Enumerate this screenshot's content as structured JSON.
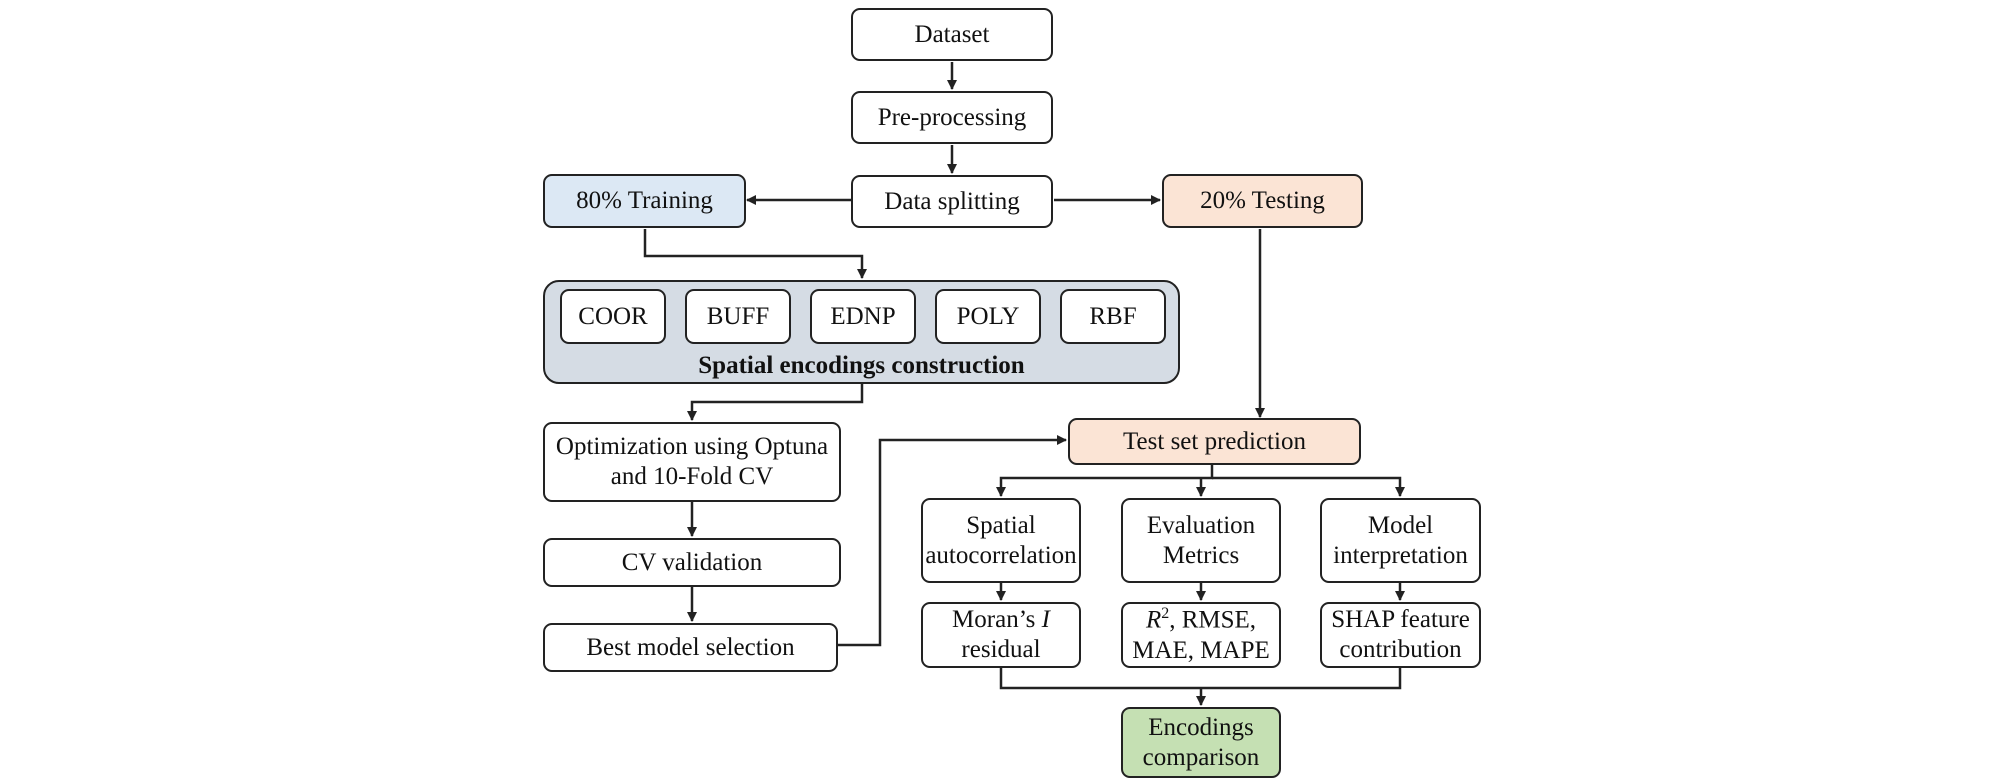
{
  "colors": {
    "training_fill": "#dce8f4",
    "testing_fill": "#fbe4d5",
    "encodings_group_fill": "#d5dce4",
    "comparison_fill": "#c5e0b3",
    "stroke": "#222222"
  },
  "nodes": {
    "dataset": "Dataset",
    "preprocessing": "Pre-processing",
    "data_splitting": "Data splitting",
    "training": "80% Training",
    "testing": "20% Testing",
    "encodings": [
      "COOR",
      "BUFF",
      "EDNP",
      "POLY",
      "RBF"
    ],
    "encodings_group_label": "Spatial encodings construction",
    "optimization": [
      "Optimization using Optuna",
      "and 10-Fold CV"
    ],
    "cv_validation": "CV validation",
    "best_model": "Best model selection",
    "test_prediction": "Test set prediction",
    "spatial_autocorrelation": [
      "Spatial",
      "autocorrelation"
    ],
    "evaluation_metrics": [
      "Evaluation",
      "Metrics"
    ],
    "model_interpretation": [
      "Model",
      "interpretation"
    ],
    "morans": {
      "prefix": "Moran’s ",
      "italic": "I",
      "line2": "residual"
    },
    "metrics": {
      "r": "R",
      "sup": "2",
      "rest": ", RMSE,",
      "line2": "MAE, MAPE"
    },
    "shap": [
      "SHAP feature",
      "contribution"
    ],
    "comparison": [
      "Encodings",
      "comparison"
    ]
  }
}
